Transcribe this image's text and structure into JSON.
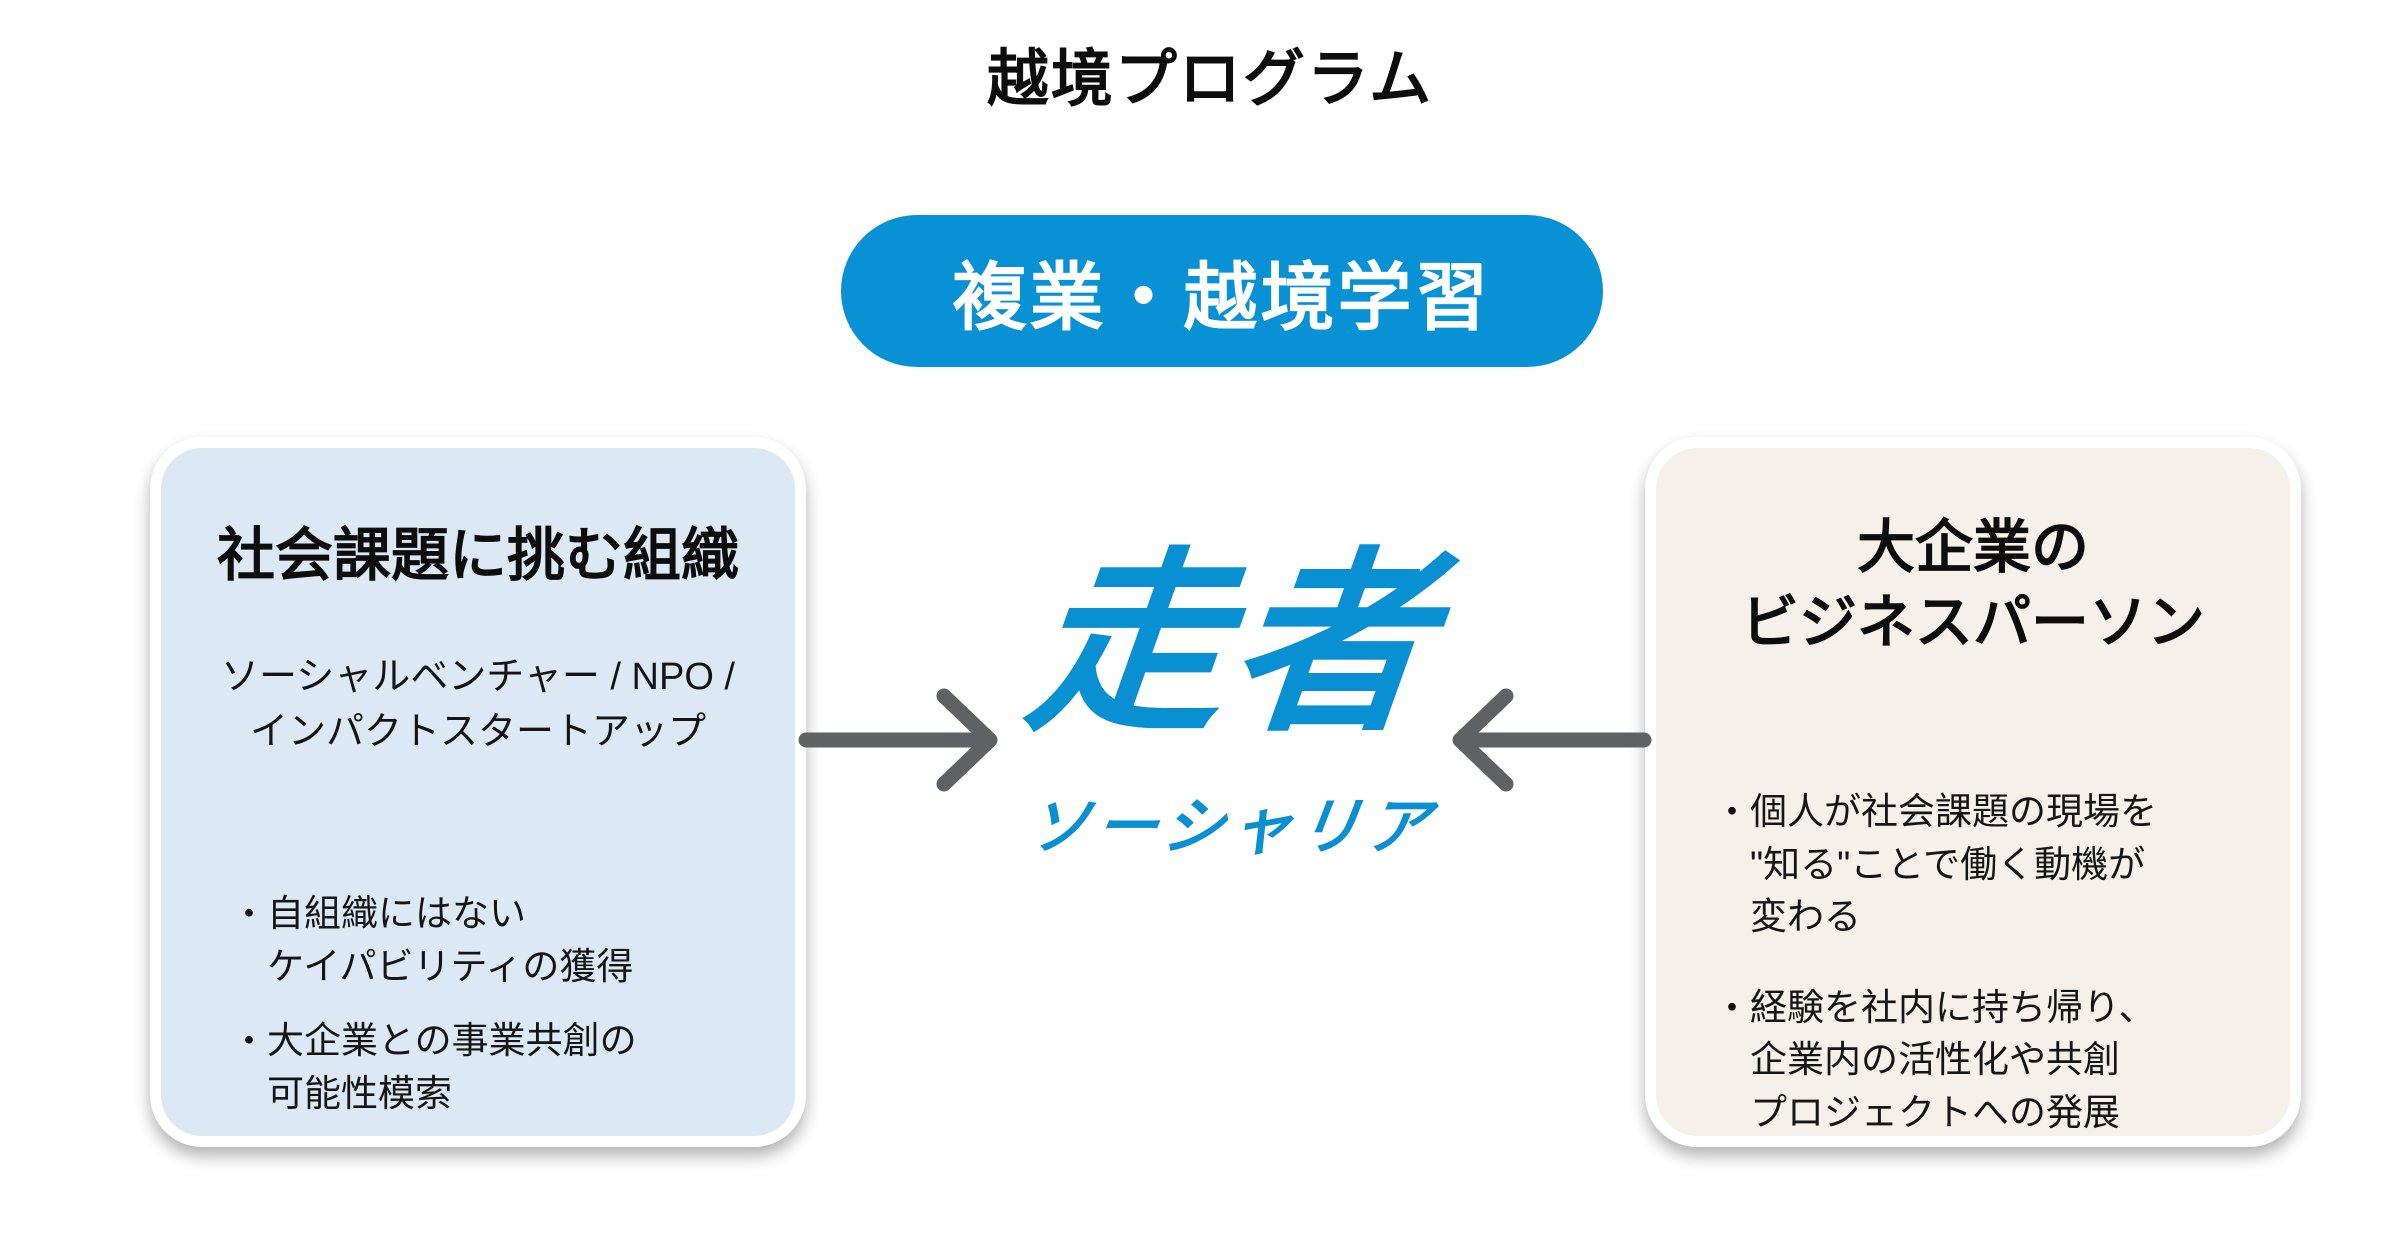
{
  "page": {
    "title": "越境プログラム"
  },
  "program_badge": {
    "label": "複業・越境学習",
    "bg_color": "#0991d5",
    "text_color": "#ffffff"
  },
  "left_card": {
    "bg_color": "#dce9f4",
    "title": "社会課題に挑む組織",
    "subtitle": "ソーシャルベンチャー / NPO /\nインパクトスタートアップ",
    "bullets": [
      {
        "marker": "・",
        "text": "自組織にはない\nケイパビリティの獲得"
      },
      {
        "marker": "・",
        "text": "大企業との事業共創の\n可能性模索"
      }
    ]
  },
  "right_card": {
    "bg_color": "#f5f1ea",
    "title": "大企業の\nビジネスパーソン",
    "bullets": [
      {
        "marker": "・",
        "text": "個人が社会課題の現場を\n\"知る\"ことで働く動機が\n変わる"
      },
      {
        "marker": "・",
        "text": "経験を社内に持ち帰り、\n企業内の活性化や共創\nプロジェクトへの発展"
      }
    ]
  },
  "center_logo": {
    "wordmark": "走者",
    "subtext": "ソーシャリア",
    "color": "#0990d3"
  },
  "arrows": {
    "color": "#5e6264"
  }
}
